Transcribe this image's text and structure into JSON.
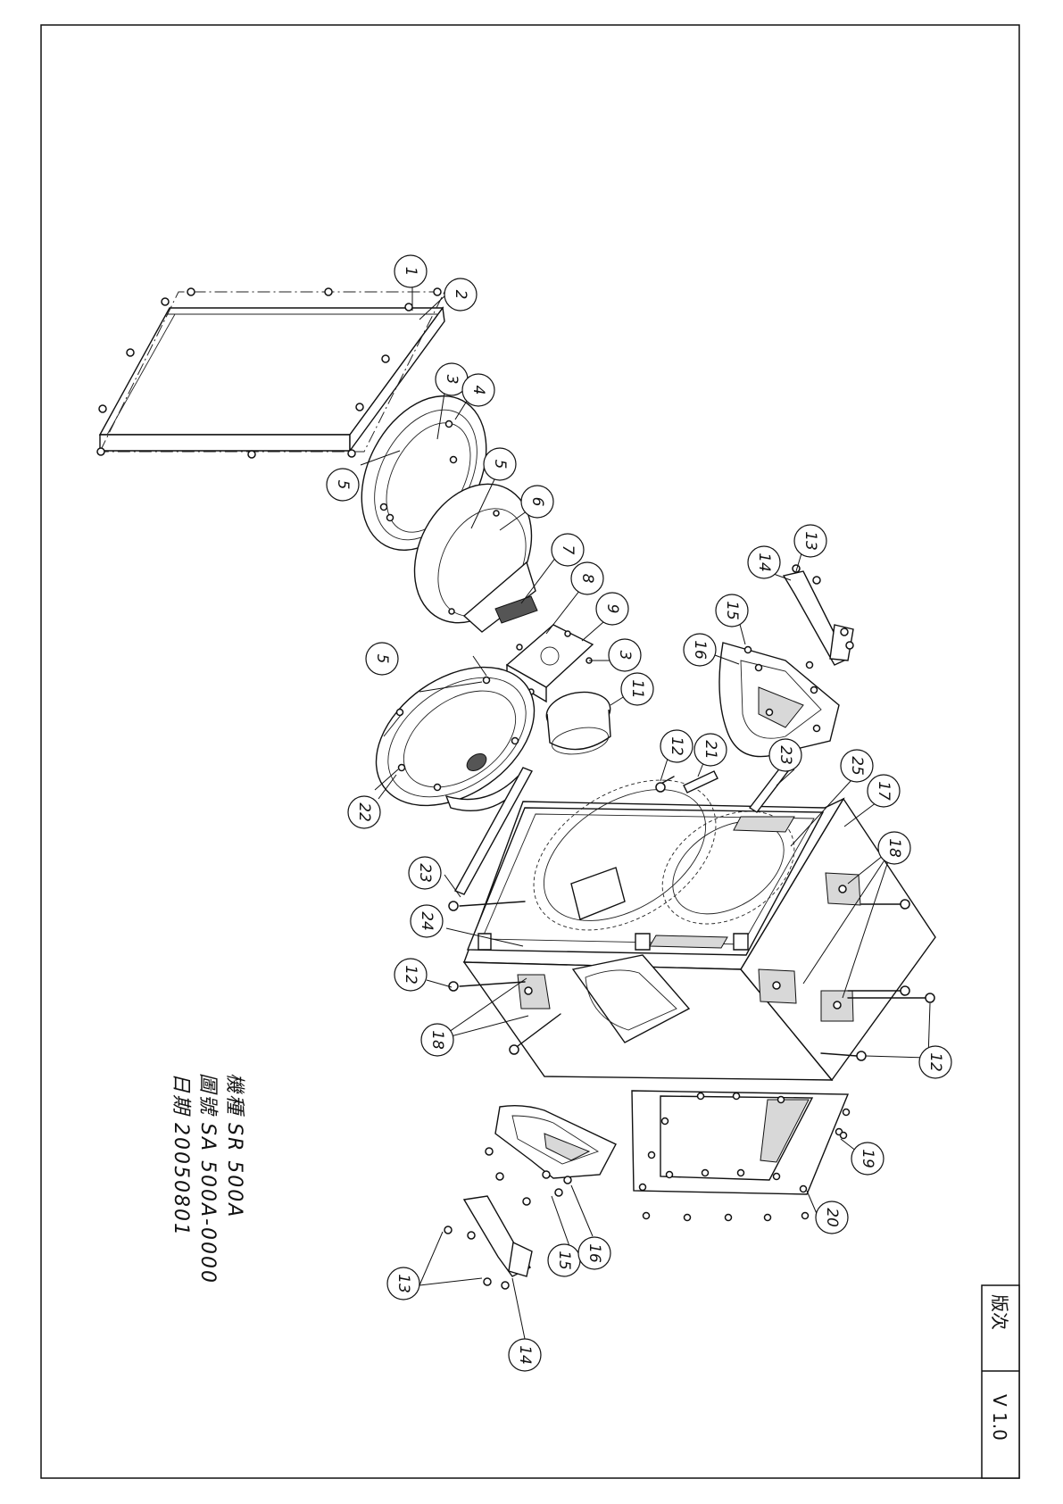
{
  "title_block": {
    "model_label": "機種",
    "model_value": "SR 500A",
    "drawing_no_label": "圖號",
    "drawing_no_value": "SA 500A-0000",
    "date_label": "日期",
    "date_value": "20050801"
  },
  "revision": {
    "label": "版次",
    "value": "V 1.0"
  },
  "callouts": [
    "1",
    "2",
    "3",
    "4",
    "5",
    "5",
    "5",
    "6",
    "7",
    "8",
    "9",
    "3",
    "11",
    "13",
    "14",
    "15",
    "16",
    "5",
    "22",
    "12",
    "21",
    "23",
    "25",
    "17",
    "18",
    "23",
    "24",
    "12",
    "18",
    "12",
    "19",
    "20",
    "13",
    "15",
    "16",
    "14"
  ]
}
